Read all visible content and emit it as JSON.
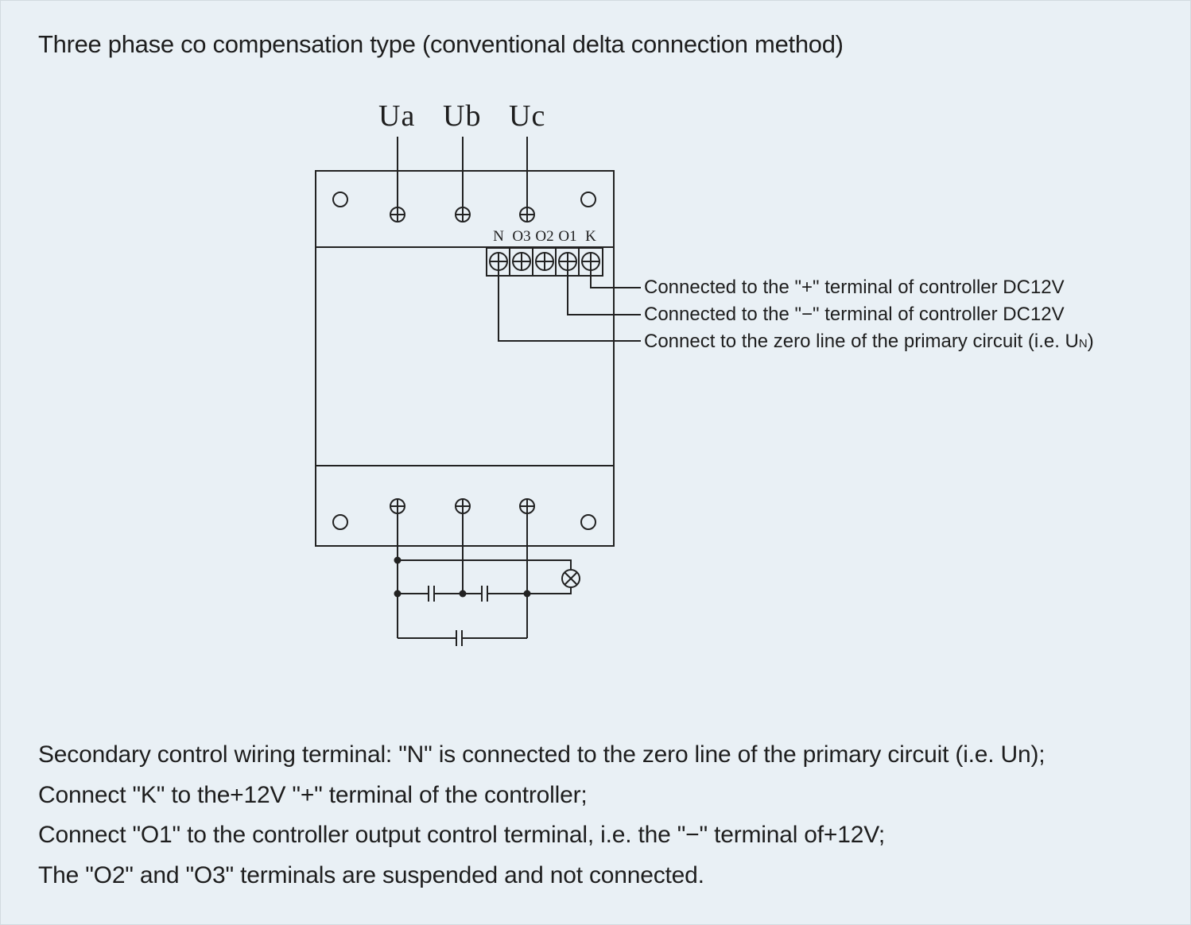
{
  "title": "Three phase co compensation type (conventional delta connection method)",
  "phases": [
    "Ua",
    "Ub",
    "Uc"
  ],
  "terminal_labels": [
    "N",
    "O3",
    "O2",
    "O1",
    "K"
  ],
  "callouts": [
    "Connected to the \"+\" terminal of controller DC12V",
    "Connected to the \"−\" terminal of controller DC12V",
    "Connect to the zero line of the primary circuit (i.e. U"
  ],
  "callout_subscript": "N",
  "callout_close": ")",
  "notes": [
    "Secondary control wiring terminal: \"N\" is connected to the zero line of the primary circuit (i.e. Un);",
    "Connect \"K\" to the+12V \"+\" terminal of the controller;",
    "Connect \"O1\" to the controller output control terminal, i.e. the \"−\" terminal of+12V;",
    "The \"O2\" and \"O3\" terminals are suspended and not connected."
  ],
  "colors": {
    "background": "#e9f0f5",
    "ink": "#1e1e1e"
  },
  "icons": [
    "screw-terminal-icon",
    "mounting-hole-icon",
    "indicator-lamp-icon",
    "capacitor-icon"
  ]
}
